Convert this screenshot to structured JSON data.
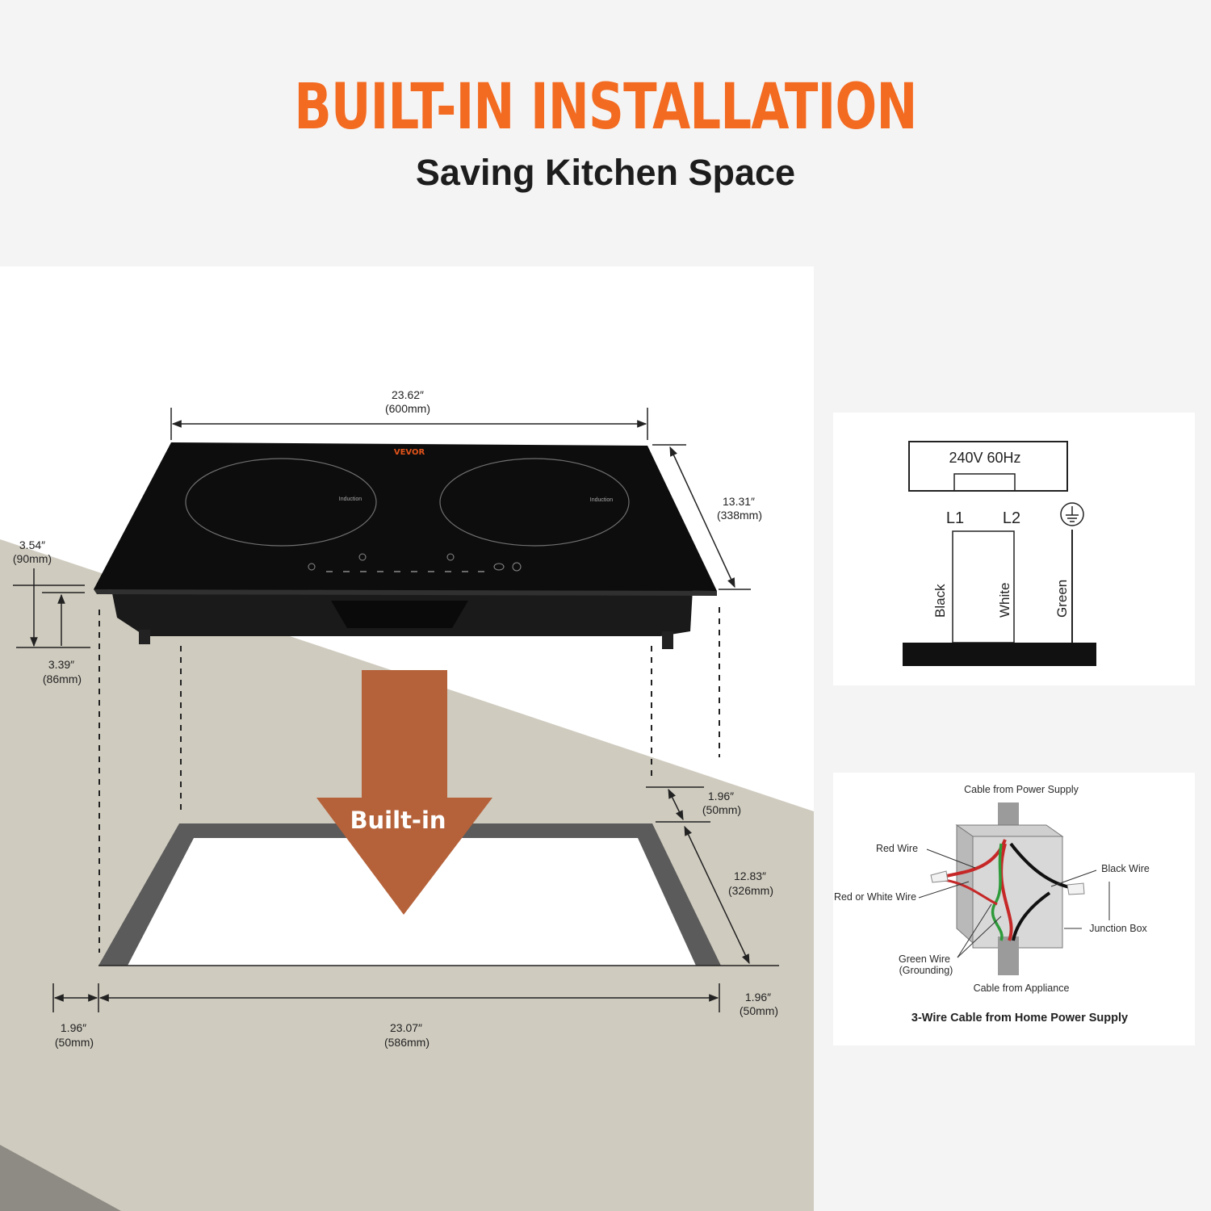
{
  "header": {
    "title": "BUILT-IN INSTALLATION",
    "subtitle": "Saving Kitchen Space"
  },
  "colors": {
    "accent": "#f36a21",
    "arrow": "#b5623a",
    "counter": "#cfcbbf",
    "cooktop": "#0d0d0d"
  },
  "cooktop": {
    "brand": "VEVOR",
    "zone_label": "Induction"
  },
  "dimensions": {
    "top_width": [
      "23.62″",
      "(600mm)"
    ],
    "depth": [
      "13.31″",
      "(338mm)"
    ],
    "height_total": [
      "3.54″",
      "(90mm)"
    ],
    "height_body": [
      "3.39″",
      "(86mm)"
    ],
    "margin_front": [
      "1.96″",
      "(50mm)"
    ],
    "cutout_depth": [
      "12.83″",
      "(326mm)"
    ],
    "margin_side_right": [
      "1.96″",
      "(50mm)"
    ],
    "margin_side_left": [
      "1.96″",
      "(50mm)"
    ],
    "cutout_width": [
      "23.07″",
      "(586mm)"
    ]
  },
  "arrow_label": "Built-in",
  "wiring_diagram": {
    "supply": "240V 60Hz",
    "l1": "L1",
    "l2": "L2",
    "wires": [
      "Black",
      "White",
      "Green"
    ],
    "icon": "ground-icon"
  },
  "junction_box": {
    "top": "Cable from Power Supply",
    "red_wire": "Red Wire",
    "red_or_white": "Red or White Wire",
    "black_wire": "Black Wire",
    "junction_box": "Junction Box",
    "green_wire": "Green Wire",
    "grounding": "(Grounding)",
    "appliance": "Cable from Appliance",
    "caption": "3-Wire Cable from Home Power Supply"
  }
}
